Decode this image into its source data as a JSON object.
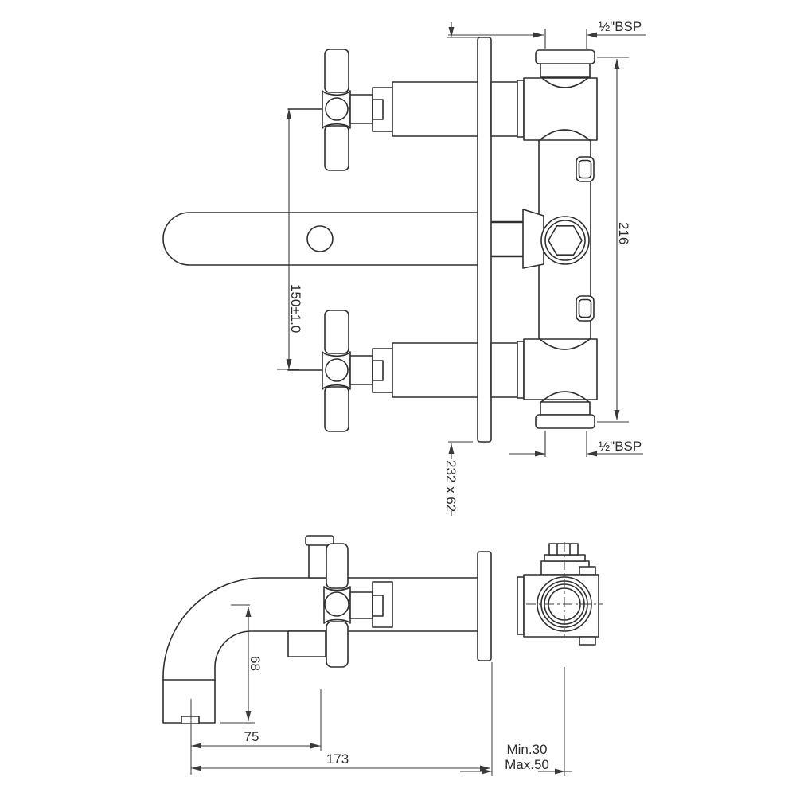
{
  "drawing": {
    "title": "wall-mounted-bath-filler-technical-drawing",
    "line_color": "#2f2f2f",
    "background": "#ffffff",
    "front_view": {
      "dim_inlet_top": "½\"BSP",
      "dim_inlet_bottom": "½\"BSP",
      "dim_body_height": "216",
      "dim_handle_spacing": "150±1.0",
      "dim_wall_plate": "232 x 62"
    },
    "side_view": {
      "dim_spout_drop": "68",
      "dim_outlet_offset": "75",
      "dim_reach": "173",
      "dim_wall_depth_min": "Min.30",
      "dim_wall_depth_max": "Max.50"
    }
  }
}
